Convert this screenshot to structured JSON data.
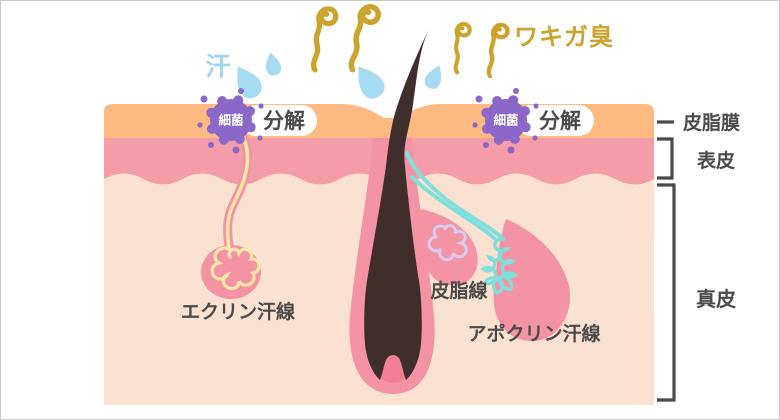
{
  "diagram": {
    "annotations": {
      "sweat": "汗",
      "odor": "ワキガ臭"
    },
    "bacteria_left": {
      "label": "細菌",
      "action": "分解"
    },
    "bacteria_right": {
      "label": "細菌",
      "action": "分解"
    },
    "glands": {
      "eccrine": "エクリン汗線",
      "sebaceous": "皮脂線",
      "apocrine": "アポクリン汗線"
    },
    "skin_layers": {
      "sebum_film": "皮脂膜",
      "epidermis": "表皮",
      "dermis": "真皮"
    },
    "icons": [
      "bacteria-icon",
      "sweat-drop-icon",
      "odor-squiggle-icon",
      "hair-follicle",
      "layer-bracket"
    ],
    "colors": {
      "sebum_film_layer": "#FFBA82",
      "epidermis_layer": "#F59CA9",
      "dermis_layer": "#FAE1D0",
      "gland_pink": "#F493A3",
      "papilla_pink": "#F37F96",
      "hair": "#402E2D",
      "odor_gold": "#CBA32D",
      "sweat_text_blue": "#9ED5EE",
      "drop_blue": "#A5DCF2",
      "bacteria_purple": "#8A67C9",
      "eccrine_coil": "#F6E9A6",
      "sebaceous_coil": "#D9CBEF",
      "apocrine_coil": "#7FDFDC",
      "label_text": "#4A4A4A",
      "pill_white": "#FFFFFF",
      "border": "#C9C9C9"
    }
  }
}
